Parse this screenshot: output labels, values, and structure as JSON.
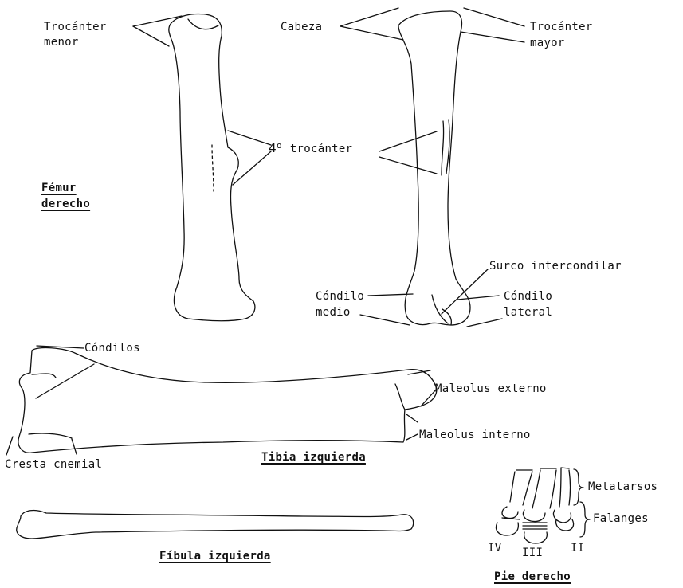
{
  "femur": {
    "title_line1": "Fémur",
    "title_line2": "derecho",
    "trocanter_menor_1": "Trocánter",
    "trocanter_menor_2": "menor",
    "cabeza": "Cabeza",
    "trocanter_mayor_1": "Trocánter",
    "trocanter_mayor_2": "mayor",
    "cuarto_num": "4",
    "cuarto_deg": "o",
    "cuarto_text": "trocánter",
    "surco": "Surco intercondilar",
    "condilo_medio_1": "Cóndilo",
    "condilo_medio_2": "medio",
    "condilo_lateral_1": "Cóndilo",
    "condilo_lateral_2": "lateral"
  },
  "tibia": {
    "title": "Tibia izquierda",
    "condilos": "Cóndilos",
    "maleolus_externo": "Maleolus externo",
    "maleolus_interno": "Maleolus interno",
    "cresta": "Cresta cnemial"
  },
  "fibula": {
    "title": "Fíbula izquierda"
  },
  "pie": {
    "title": "Pie derecho",
    "metatarsos": "Metatarsos",
    "falanges": "Falanges",
    "digit_iv": "IV",
    "digit_iii": "III",
    "digit_ii": "II"
  }
}
